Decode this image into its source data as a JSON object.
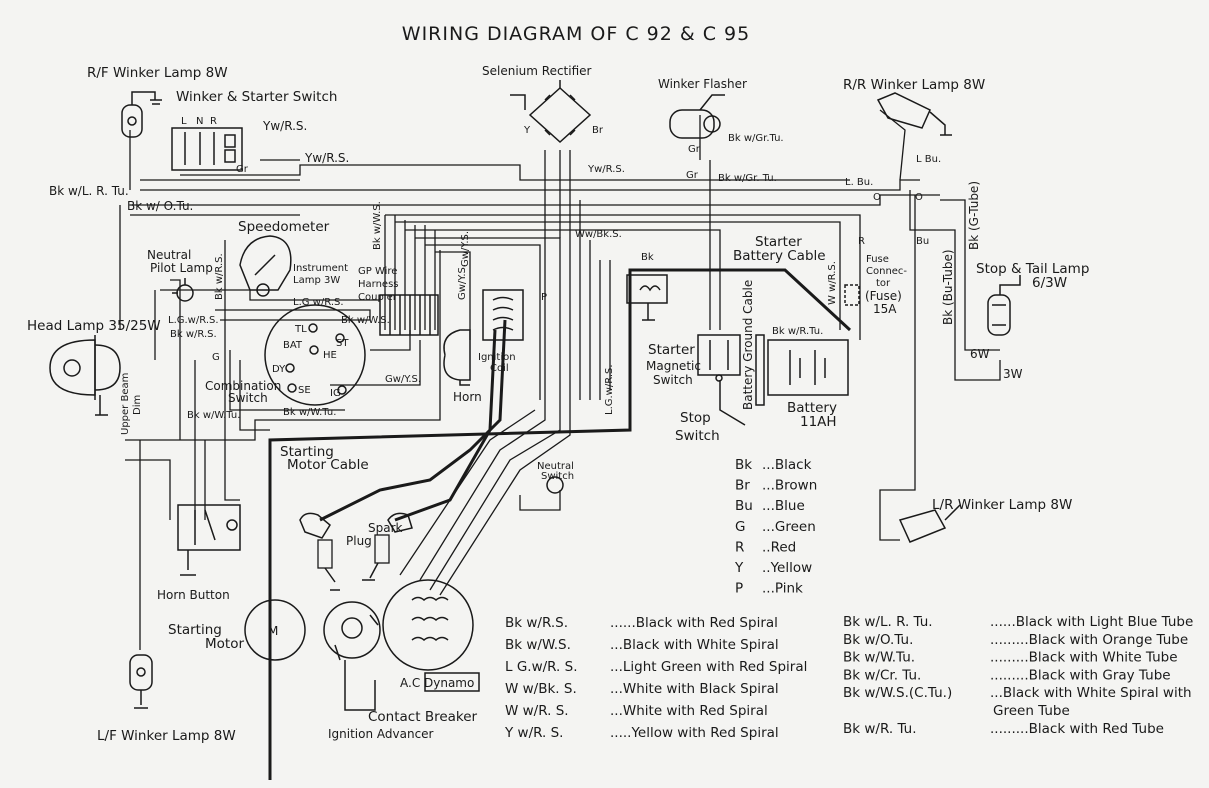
{
  "title": "WIRING DIAGRAM OF C 92 & C 95",
  "components": {
    "rf_winker": "R/F Winker Lamp 8W",
    "winker_starter_switch": "Winker & Starter Switch",
    "switch_terminals": [
      "L",
      "N",
      "R"
    ],
    "selenium_rectifier": "Selenium Rectifier",
    "winker_flasher": "Winker Flasher",
    "rr_winker": "R/R Winker Lamp 8W",
    "speedometer": "Speedometer",
    "neutral_pilot_lamp": [
      "Neutral",
      "Pilot Lamp"
    ],
    "instrument_lamp": [
      "Instrument",
      "Lamp 3W"
    ],
    "gp_wire_coupler": [
      "GP Wire",
      "Harness",
      "Coupler"
    ],
    "head_lamp": "Head Lamp 35/25W",
    "combination_switch": [
      "Combination",
      "Switch"
    ],
    "combo_terminals": [
      "TL",
      "BAT",
      "ST",
      "HE",
      "DY",
      "SE",
      "IG"
    ],
    "ignition_coil": [
      "Ignition",
      "Coil"
    ],
    "horn": "Horn",
    "starter_battery_cable": [
      "Starter",
      "Battery Cable"
    ],
    "fuse_connector": [
      "Fuse",
      "Connec-",
      "tor"
    ],
    "fuse": [
      "(Fuse)",
      "15A"
    ],
    "stop_tail_lamp": [
      "Stop & Tail Lamp",
      "6/3W"
    ],
    "starter_magnetic_switch": [
      "Starter",
      "Magnetic",
      "Switch"
    ],
    "battery_ground_cable": "Battery Ground Cable",
    "battery": [
      "Battery",
      "11AH"
    ],
    "stop_switch": [
      "Stop",
      "Switch"
    ],
    "starting_motor_cable": [
      "Starting",
      "Motor Cable"
    ],
    "neutral_switch": [
      "Neutral",
      "Switch"
    ],
    "spark_plug": [
      "Spark",
      "Plug"
    ],
    "horn_button": "Horn Button",
    "starting_motor": [
      "Starting",
      "Motor"
    ],
    "motor_letter": "M",
    "dynamo": "A.C Dynamo",
    "contact_breaker": "Contact Breaker",
    "ignition_advancer": "Ignition Advancer",
    "lr_winker": "L/R Winker Lamp 8W",
    "lf_winker": "L/F Winker Lamp 8W",
    "upper_beam": "Upper Beam",
    "dim": "Dim",
    "tail_6w": "6W",
    "tail_3w": "3W"
  },
  "wire_labels": {
    "yw_rs_1": "Yw/R.S.",
    "yw_rs_2": "Yw/R.S.",
    "yw_rs_3": "Yw/R.S.",
    "bk_lr_tu": "Bk w/L. R. Tu.",
    "bk_o_tu": "Bk w/ O.Tu.",
    "gr": "Gr",
    "gr2": "Gr",
    "gr3": "Gr",
    "bk_gr_tu_1": "Bk w/Gr.Tu.",
    "bk_gr_tu_2": "Bk w/Gr. Tu.",
    "l_bu": "L Bu.",
    "l_bu2": "L. Bu.",
    "o": "O",
    "o2": "O",
    "bk_g_tube": "Bk (G-Tube)",
    "bk_bu_tube": "Bk (Bu-Tube)",
    "bu": "Bu",
    "ww_bks": "Ww/Bk.S.",
    "bk_ws": "Bk w/W.S.",
    "bk_rs": "Bk w/R.S.",
    "lgw_rs": "L.G.w/R.S.",
    "lgw_rs2": "L.G w/R.S.",
    "bk_ws2": "Bk w/W.S.",
    "bk_rs2": "Bk w/R.S.",
    "bk_wtu": "Bk w/W.Tu.",
    "bk_wtu2": "Bk w/W.Tu.",
    "gw_ys": "Gw/Y.S.",
    "gw_ys2": "Gw/Y.S.",
    "gw_ys3": "Gw/Y.S.",
    "lg_wrs": "L.G.w/R.S.",
    "w_rs": "W w/R.S.",
    "bk_wrtu": "Bk w/R.Tu.",
    "y": "Y",
    "br": "Br",
    "r": "R",
    "bk": "Bk",
    "g": "G",
    "p": "P"
  },
  "color_codes": [
    {
      "code": "Bk",
      "name": "...Black"
    },
    {
      "code": "Br",
      "name": "...Brown"
    },
    {
      "code": "Bu",
      "name": "...Blue"
    },
    {
      "code": "G",
      "name": "...Green"
    },
    {
      "code": "R",
      "name": "..Red"
    },
    {
      "code": "Y",
      "name": "..Yellow"
    },
    {
      "code": "P",
      "name": "...Pink"
    }
  ],
  "spiral_legend": [
    {
      "code": "Bk w/R.S.",
      "name": "......Black with Red Spiral"
    },
    {
      "code": "Bk w/W.S.",
      "name": "...Black with White Spiral"
    },
    {
      "code": "L G.w/R. S.",
      "name": "...Light Green with Red Spiral"
    },
    {
      "code": "W w/Bk. S.",
      "name": "...White with Black Spiral"
    },
    {
      "code": "W w/R. S.",
      "name": "...White with Red Spiral"
    },
    {
      "code": "Y w/R. S.",
      "name": ".....Yellow with Red Spiral"
    }
  ],
  "tube_legend": [
    {
      "code": "Bk w/L. R. Tu.",
      "name": "......Black with Light Blue Tube"
    },
    {
      "code": "Bk w/O.Tu.",
      "name": ".........Black with Orange Tube"
    },
    {
      "code": "Bk w/W.Tu.",
      "name": ".........Black with White Tube"
    },
    {
      "code": "Bk w/Cr. Tu.",
      "name": ".........Black with Gray Tube"
    },
    {
      "code": "Bk w/W.S.(C.Tu.)",
      "name": "...Black with White Spiral with"
    },
    {
      "code": "",
      "name": "Green Tube"
    },
    {
      "code": "Bk w/R. Tu.",
      "name": ".........Black with Red Tube"
    }
  ]
}
